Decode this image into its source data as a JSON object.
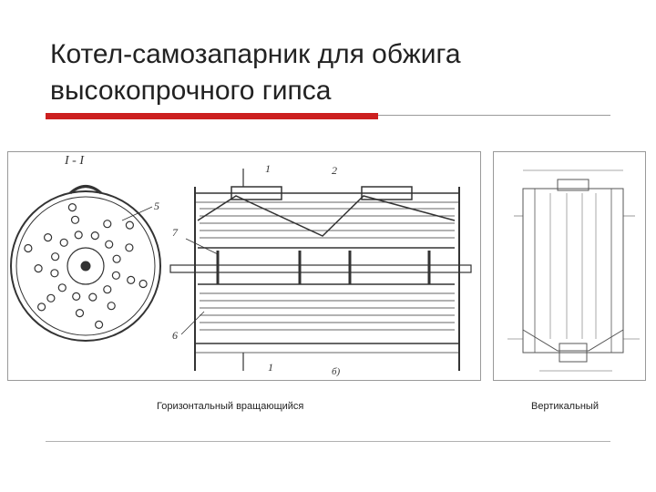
{
  "slide": {
    "title": "Котел-самозапарник для обжига высокопрочного гипса",
    "captions": {
      "horizontal": "Горизонтальный вращающийся",
      "vertical": "Вертикальный"
    }
  },
  "figure_left": {
    "section_label": "I - I",
    "callouts": [
      "1",
      "2",
      "1",
      "5",
      "6",
      "7",
      "б)"
    ]
  },
  "colors": {
    "accent_rule": "#cc1f1f",
    "line": "#333333"
  }
}
